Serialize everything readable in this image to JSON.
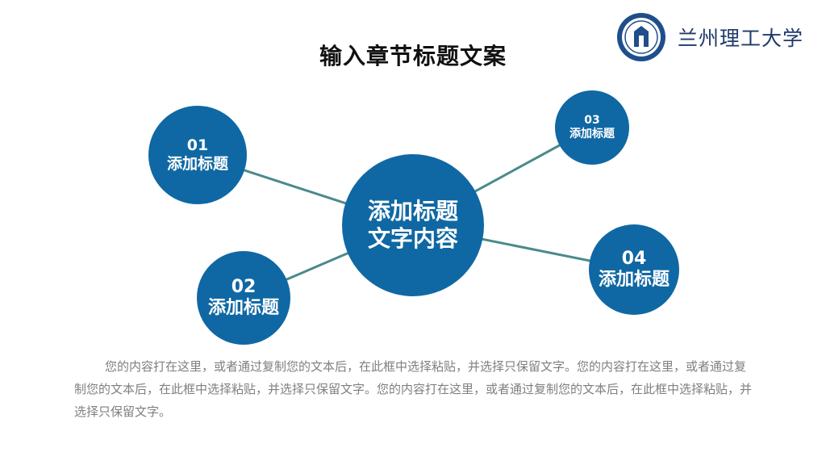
{
  "header": {
    "title": "输入章节标题文案",
    "university_name": "兰州理工大学",
    "logo_icon": "university-seal-icon"
  },
  "colors": {
    "circle_fill": "#0f68a3",
    "connector": "#4a8a8a",
    "title": "#111111",
    "body_text": "#7f7f7f"
  },
  "diagram": {
    "center": {
      "line1": "添加标题",
      "line2": "文字内容"
    },
    "nodes": [
      {
        "number": "01",
        "label": "添加标题"
      },
      {
        "number": "02",
        "label": "添加标题"
      },
      {
        "number": "03",
        "label": "添加标题"
      },
      {
        "number": "04",
        "label": "添加标题"
      }
    ]
  },
  "body": {
    "paragraph": "您的内容打在这里，或者通过复制您的文本后，在此框中选择粘贴，并选择只保留文字。您的内容打在这里，或者通过复制您的文本后，在此框中选择粘贴，并选择只保留文字。您的内容打在这里，或者通过复制您的文本后，在此框中选择粘贴，并选择只保留文字。"
  }
}
